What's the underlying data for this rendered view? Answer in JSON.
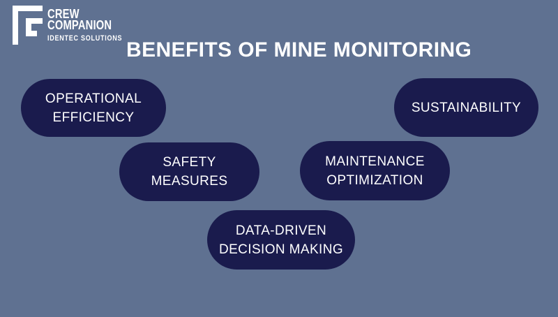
{
  "colors": {
    "background": "#5f7191",
    "pill": "#1a1b4d",
    "text": "#ffffff"
  },
  "logo": {
    "brand_line1": "CREW",
    "brand_line2": "COMPANION",
    "brand_sub": "IDENTEC SOLUTIONS"
  },
  "title": "BENEFITS OF MINE MONITORING",
  "benefits": [
    {
      "id": "operational-efficiency",
      "lines": [
        "OPERATIONAL",
        "EFFICIENCY"
      ]
    },
    {
      "id": "sustainability",
      "lines": [
        "SUSTAINABILITY"
      ]
    },
    {
      "id": "safety-measures",
      "lines": [
        "SAFETY",
        "MEASURES"
      ]
    },
    {
      "id": "maintenance-optimization",
      "lines": [
        "MAINTENANCE",
        "OPTIMIZATION"
      ]
    },
    {
      "id": "data-driven-decision-making",
      "lines": [
        "DATA-DRIVEN",
        "DECISION MAKING"
      ]
    }
  ]
}
